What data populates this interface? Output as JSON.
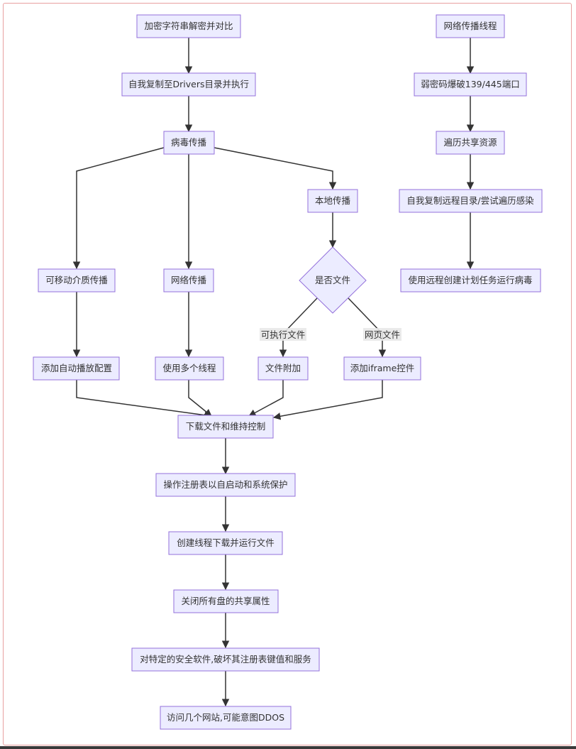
{
  "nodes": {
    "decrypt": "加密字符串解密并对比",
    "self_copy": "自我复制至Drivers目录并执行",
    "spread": "病毒传播",
    "local": "本地传播",
    "removable": "可移动介质传播",
    "network": "网络传播",
    "is_file": "是否文件",
    "autoplay": "添加自动播放配置",
    "multithread": "使用多个线程",
    "file_attach": "文件附加",
    "iframe": "添加iframe控件",
    "download": "下载文件和维持控制",
    "registry": "操作注册表以自启动和系统保护",
    "thread_run": "创建线程下载并运行文件",
    "close_share": "关闭所有盘的共享属性",
    "security": "对特定的安全软件,破坏其注册表键值和服务",
    "ddos": "访问几个网站,可能意图DDOS",
    "net_thread": "网络传播线程",
    "brute": "弱密码爆破139/445端口",
    "traverse": "遍历共享资源",
    "remote_copy": "自我复制远程目录/尝试遍历感染",
    "schedule": "使用远程创建计划任务运行病毒"
  },
  "edge_labels": {
    "executable": "可执行文件",
    "webpage": "网页文件"
  },
  "colors": {
    "node_fill": "#ececff",
    "node_stroke": "#9370db",
    "edge": "#333333",
    "frame": "#e8a0a0"
  }
}
